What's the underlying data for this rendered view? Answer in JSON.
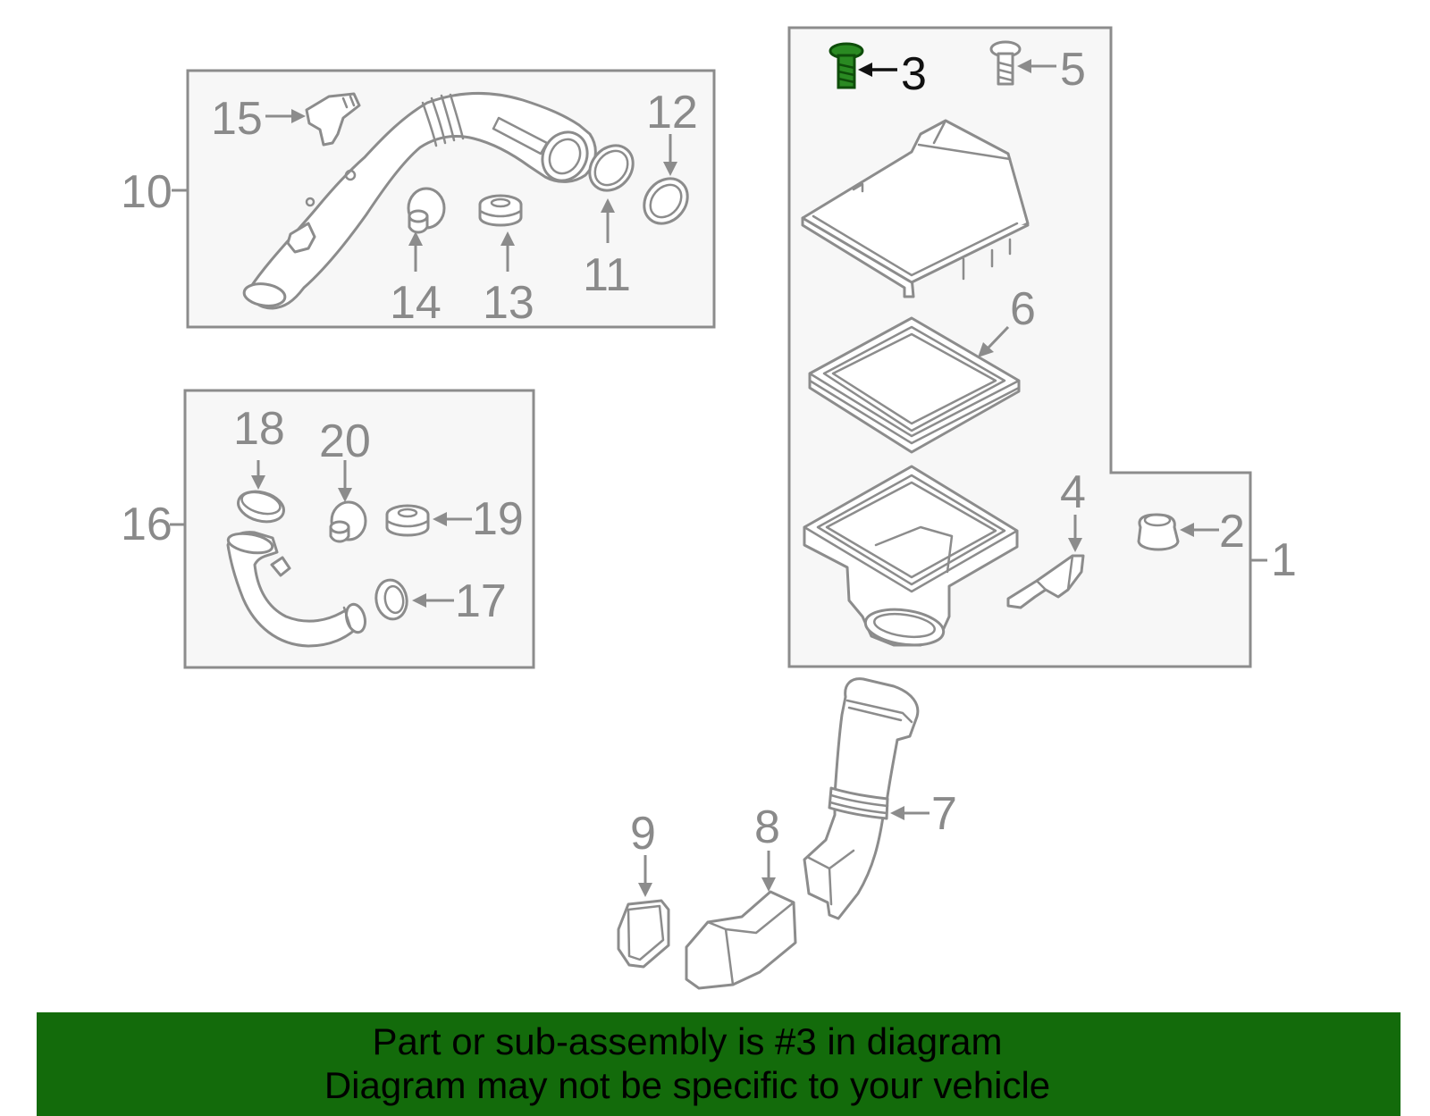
{
  "callouts": {
    "c1": "1",
    "c2": "2",
    "c3": "3",
    "c4": "4",
    "c5": "5",
    "c6": "6",
    "c7": "7",
    "c8": "8",
    "c9": "9",
    "c10": "10",
    "c11": "11",
    "c12": "12",
    "c13": "13",
    "c14": "14",
    "c15": "15",
    "c16": "16",
    "c17": "17",
    "c18": "18",
    "c19": "19",
    "c20": "20"
  },
  "highlight": {
    "part": "3",
    "color": "#1f7a1a"
  },
  "colors": {
    "banner": "#136b0b",
    "linework": "#8c8c8c",
    "panel": "#f7f7f7"
  },
  "banner": {
    "line1": "Part or sub-assembly is #3 in diagram",
    "line2": "Diagram may not be specific to your vehicle"
  }
}
